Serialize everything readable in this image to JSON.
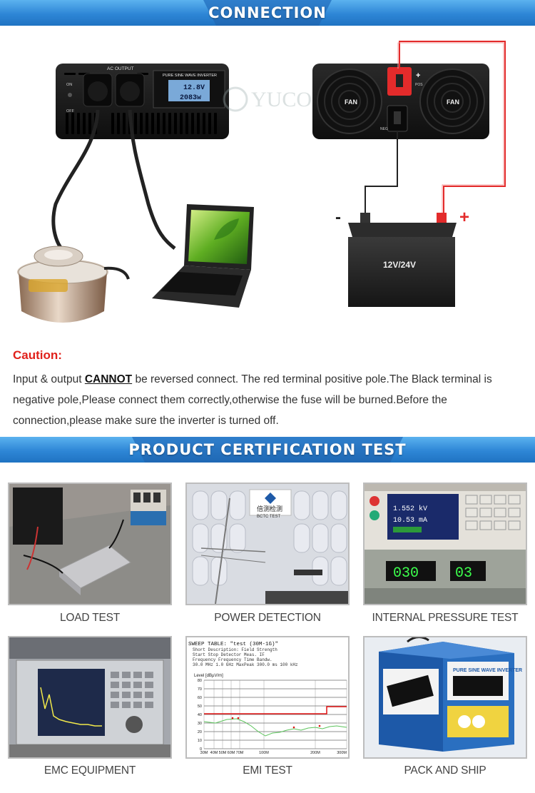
{
  "sections": {
    "connection_title": "CONNECTION",
    "certification_title": "PRODUCT CERTIFICATION TEST"
  },
  "inverter_front": {
    "ac_output_label": "AC OUTPUT",
    "on_label": "ON",
    "off_label": "OFF",
    "panel_title": "PURE SINE WAVE INVERTER",
    "display_voltage": "12.8V",
    "display_power": "2083w"
  },
  "inverter_back": {
    "fan_left": "FAN",
    "fan_right": "FAN",
    "pos_label": "POS",
    "neg_label": "NEG"
  },
  "watermark": "YUCOO",
  "battery": {
    "label": "12V/24V",
    "minus_sign": "-",
    "plus_sign": "+"
  },
  "caution": {
    "title": "Caution:",
    "text_before": "Input & output ",
    "text_strong": "CANNOT",
    "text_after": " be reversed connect. The red terminal positive pole.The Black terminal is negative pole,Please connect them correctly,otherwise the fuse will be burned.Before the connection,please make sure the inverter is turned off."
  },
  "photos": [
    {
      "caption": "LOAD TEST"
    },
    {
      "caption": "POWER DETECTION",
      "sign_cn": "倍测检测",
      "sign_en": "BCTC TEST"
    },
    {
      "caption": "INTERNAL PRESSURE TEST",
      "readout_v": "1.552 kV",
      "readout_i": "10.53 mA",
      "counter_left": "030",
      "counter_right": "03"
    },
    {
      "caption": "EMC EQUIPMENT"
    },
    {
      "caption": "EMI TEST"
    },
    {
      "caption": "PACK AND SHIP",
      "box_text": "PURE SINE WAVE INVERTER"
    }
  ],
  "emi_table": {
    "title": "SWEEP TABLE: \"test (30M-1G)\"",
    "header_line": "Short Description:        Field Strength",
    "col_headers": "Start      Stop       Detector  Meas.    IF",
    "col_headers2": "Frequency  Frequency            Time     Bandw.",
    "row": "30.0 MHz   1.0 GHz    MaxPeak   300.0 ms  100 kHz",
    "y_label": "Level [dBµV/m]",
    "y_ticks": [
      "80",
      "70",
      "60",
      "50",
      "40",
      "30",
      "20",
      "10",
      "0"
    ],
    "x_ticks": [
      "30M",
      "40M",
      "50M",
      "60M",
      "70M",
      "100M",
      "200M",
      "300M"
    ]
  },
  "colors": {
    "banner": "#2e86d6",
    "caution_red": "#e0201a",
    "positive_red": "#e32b2b",
    "inverter_black": "#1c1c1c"
  }
}
